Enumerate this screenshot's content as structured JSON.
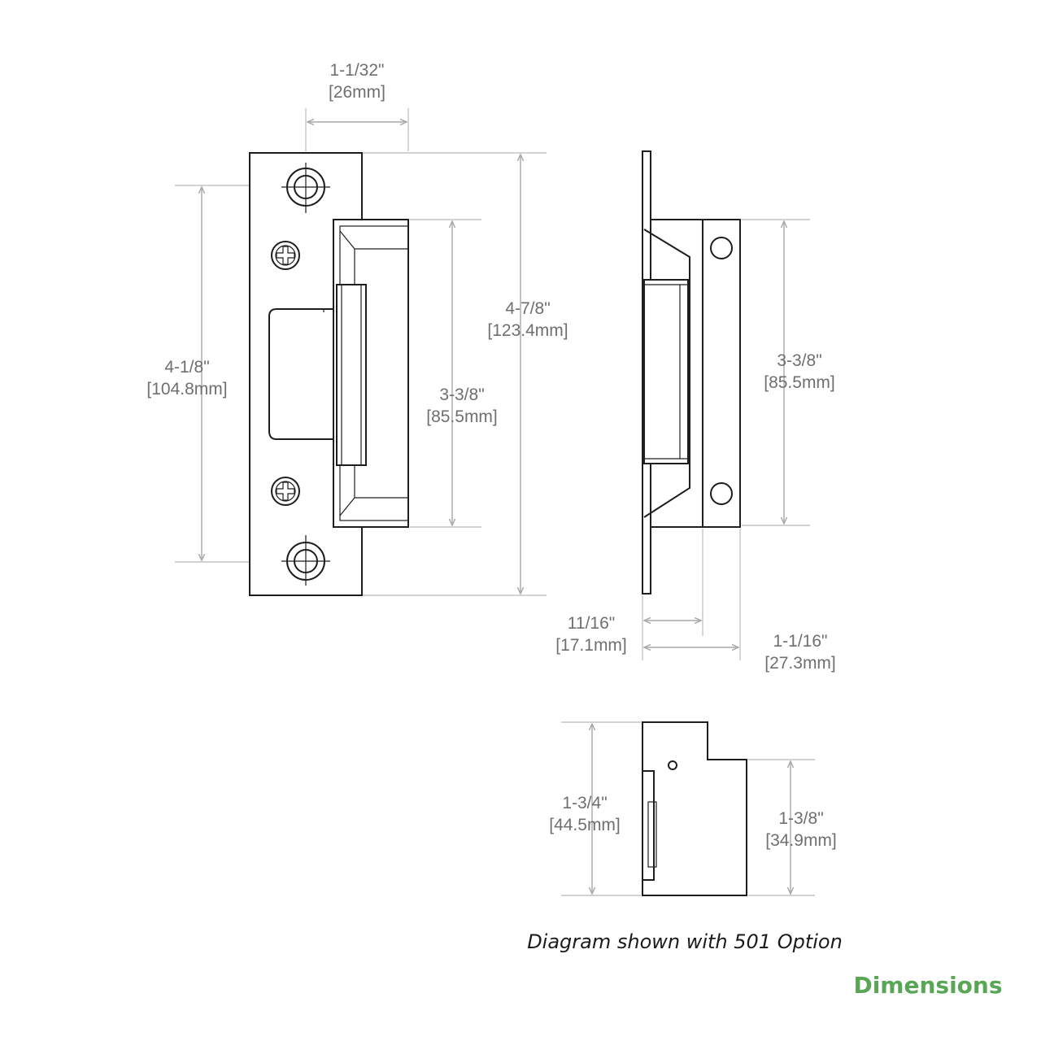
{
  "dimensions": {
    "front_width": {
      "imperial": "1-1/32\"",
      "metric": "[26mm]"
    },
    "front_screw_spacing": {
      "imperial": "4-1/8\"",
      "metric": "[104.8mm]"
    },
    "front_body_height": {
      "imperial": "3-3/8\"",
      "metric": "[85.5mm]"
    },
    "front_overall_height": {
      "imperial": "4-7/8\"",
      "metric": "[123.4mm]"
    },
    "side_body_height": {
      "imperial": "3-3/8\"",
      "metric": "[85.5mm]"
    },
    "side_depth_short": {
      "imperial": "11/16\"",
      "metric": "[17.1mm]"
    },
    "side_depth_overall": {
      "imperial": "1-1/16\"",
      "metric": "[27.3mm]"
    },
    "top_overall_height": {
      "imperial": "1-3/4\"",
      "metric": "[44.5mm]"
    },
    "top_body_height": {
      "imperial": "1-3/8\"",
      "metric": "[34.9mm]"
    }
  },
  "caption": "Diagram shown with 501 Option",
  "brand_label": "Dimensions",
  "colors": {
    "brand": "#5aa657",
    "line": "#1e1e1e",
    "dimension": "#a9a9a9",
    "text": "#6f6f6f"
  }
}
